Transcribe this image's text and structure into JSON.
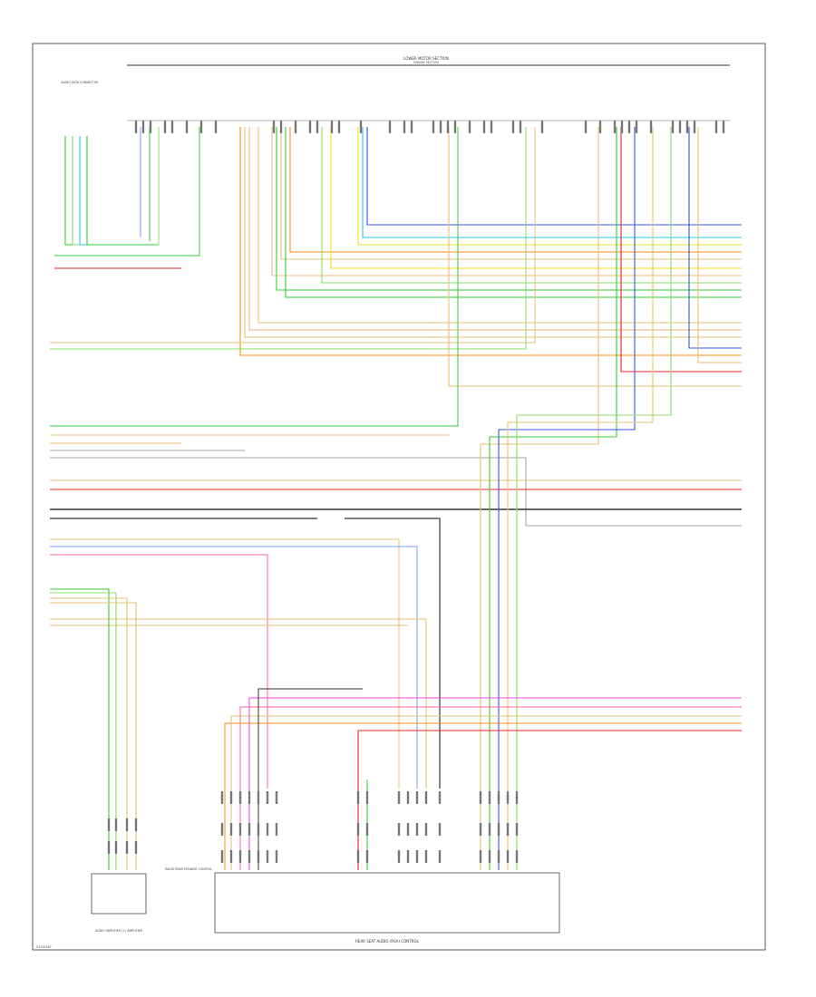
{
  "title": "LOWER MOTOR SECTION",
  "subtitle": "ENGINE SECTION",
  "bottom_module_label": "REAR SEAT AUDIO (RSA) CONTROL",
  "left_module_top_label": "AUDIO DATA CONNECTOR",
  "left_module_bottom_label": "AUDIO AMPLIFIER (+) AMPLIFIER",
  "center_module_label": "RADIO REAR SPEAKER CONTROL",
  "footer_id": "G1234567",
  "wire_colors": {
    "green": "#33cc33",
    "light_green": "#88dd66",
    "blue": "#3355ee",
    "cyan": "#22ccee",
    "yellow": "#f0e020",
    "orange": "#ff8c1a",
    "tan": "#e8c070",
    "red": "#ee2222",
    "pink": "#ff6699",
    "magenta": "#ee44ee",
    "black": "#333333",
    "gray": "#888888",
    "light_blue": "#7799ff",
    "peach": "#f5b078"
  }
}
